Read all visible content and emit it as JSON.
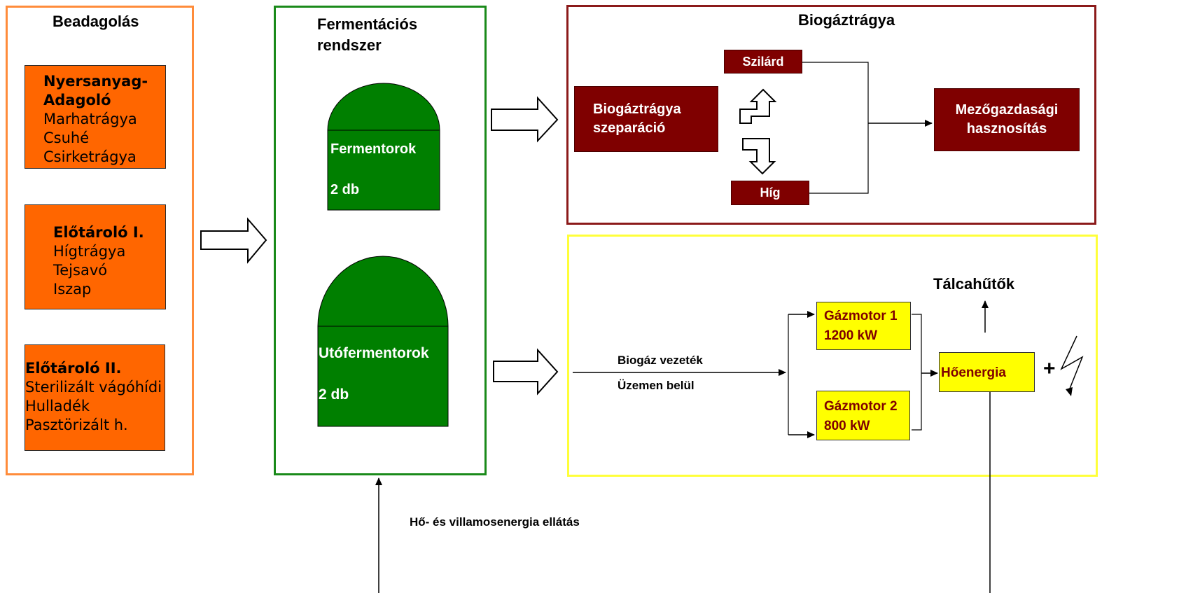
{
  "feeding": {
    "title": "Beadagolás",
    "box1": {
      "title1": "Nyersanyag-",
      "title2": "Adagoló",
      "items": [
        "Marhatrágya",
        "Csuhé",
        "Csirketrágya"
      ]
    },
    "box2": {
      "title": "Előtároló I.",
      "items": [
        "Hígtrágya",
        "Tejsavó",
        "Iszap"
      ]
    },
    "box3": {
      "title": "Előtároló II.",
      "items": [
        "Sterilizált vágóhídi",
        "Hulladék",
        "Pasztörizált  h."
      ]
    }
  },
  "fermentation": {
    "title1": "Fermentációs",
    "title2": "rendszer",
    "fermenter": {
      "label": "Fermentorok",
      "count": "2 db"
    },
    "post_fermenter": {
      "label": "Utófermentorok",
      "count": "2 db"
    }
  },
  "digestate": {
    "title": "Biogáztrágya",
    "separation1": "Biogáztrágya",
    "separation2": "szeparáció",
    "solid": "Szilárd",
    "liquid": "Híg",
    "agri1": "Mezőgazdasági",
    "agri2": "hasznosítás"
  },
  "energy": {
    "pipe1": "Biogáz vezeték",
    "pipe2": "Üzemen belül",
    "engine1": {
      "name": "Gázmotor 1",
      "power": "1200 kW"
    },
    "engine2": {
      "name": "Gázmotor 2",
      "power": "800 kW"
    },
    "heat": "Hőenergia",
    "coolers": "Tálcahűtők",
    "plus": "+"
  },
  "supply_label": "Hő- és villamosenergia  ellátás",
  "colors": {
    "orange": "#ff6600",
    "green": "#007f00",
    "maroon": "#7f0000",
    "yellow": "#ffff00"
  }
}
